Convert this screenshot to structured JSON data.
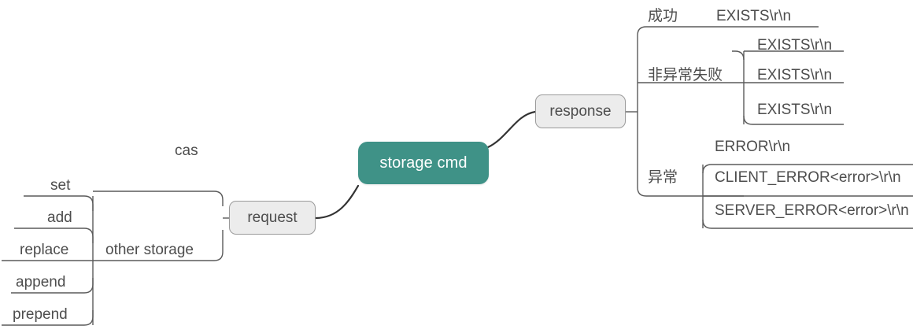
{
  "diagram": {
    "type": "mindmap",
    "title": "storage cmd",
    "colors": {
      "root_fill": "#3f9287",
      "root_text": "#ffffff",
      "pill_fill": "#ececec",
      "pill_border": "#9a9a9a",
      "text": "#4d4d4d",
      "wire": "#5a5a5a",
      "main_wire": "#333333",
      "background": "#ffffff"
    },
    "root": {
      "label": "storage cmd"
    },
    "left": {
      "branch": {
        "label": "request"
      },
      "children": [
        {
          "label": "cas"
        },
        {
          "label": "other storage"
        }
      ],
      "other_storage_children": [
        {
          "label": "set"
        },
        {
          "label": "add"
        },
        {
          "label": "replace"
        },
        {
          "label": "append"
        },
        {
          "label": "prepend"
        }
      ]
    },
    "right": {
      "branch": {
        "label": "response"
      },
      "children": [
        {
          "label": "成功"
        },
        {
          "label": "非异常失败"
        },
        {
          "label": "异常"
        }
      ],
      "success_children": [
        {
          "label": "EXISTS\\r\\n"
        }
      ],
      "nonexception_children": [
        {
          "label": "EXISTS\\r\\n"
        },
        {
          "label": "EXISTS\\r\\n"
        },
        {
          "label": "EXISTS\\r\\n"
        }
      ],
      "exception_children": [
        {
          "label": "ERROR\\r\\n"
        },
        {
          "label": "CLIENT_ERROR<error>\\r\\n"
        },
        {
          "label": "SERVER_ERROR<error>\\r\\n"
        }
      ]
    }
  }
}
